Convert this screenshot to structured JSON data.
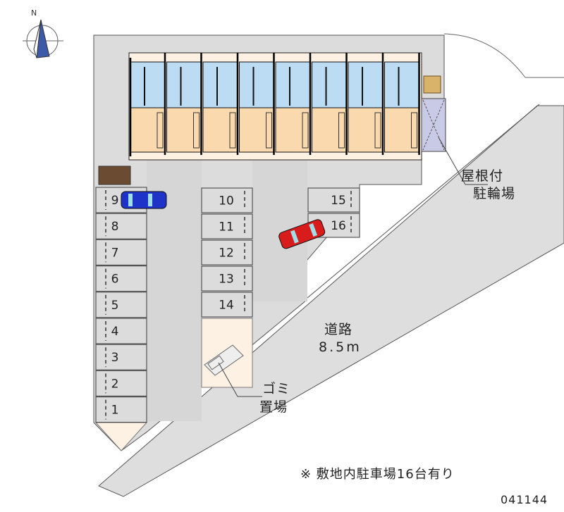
{
  "compass": {
    "north_label": "N"
  },
  "parking": {
    "left_column": [
      "9",
      "8",
      "7",
      "6",
      "5",
      "4",
      "3",
      "2",
      "1"
    ],
    "middle_column": [
      "10",
      "11",
      "12",
      "13",
      "14"
    ],
    "right_column": [
      "15",
      "16"
    ]
  },
  "labels": {
    "bike_shelter_line1": "屋根付",
    "bike_shelter_line2": "駐輪場",
    "garbage_line1": "ゴミ",
    "garbage_line2": "置場",
    "road_name": "道路",
    "road_width": "8.5m",
    "footnote": "※ 敷地内駐車場16台有り",
    "code": "041144"
  },
  "colors": {
    "lot": "#dcdcdc",
    "road": "#dedede",
    "unit_wet": "#bcdcf4",
    "unit_room": "#fbd9ae",
    "beige": "#fdf1e3",
    "bike_shelter": "#c9cbe6",
    "car_blue": "#1f33c8",
    "car_red": "#d81b1b"
  }
}
